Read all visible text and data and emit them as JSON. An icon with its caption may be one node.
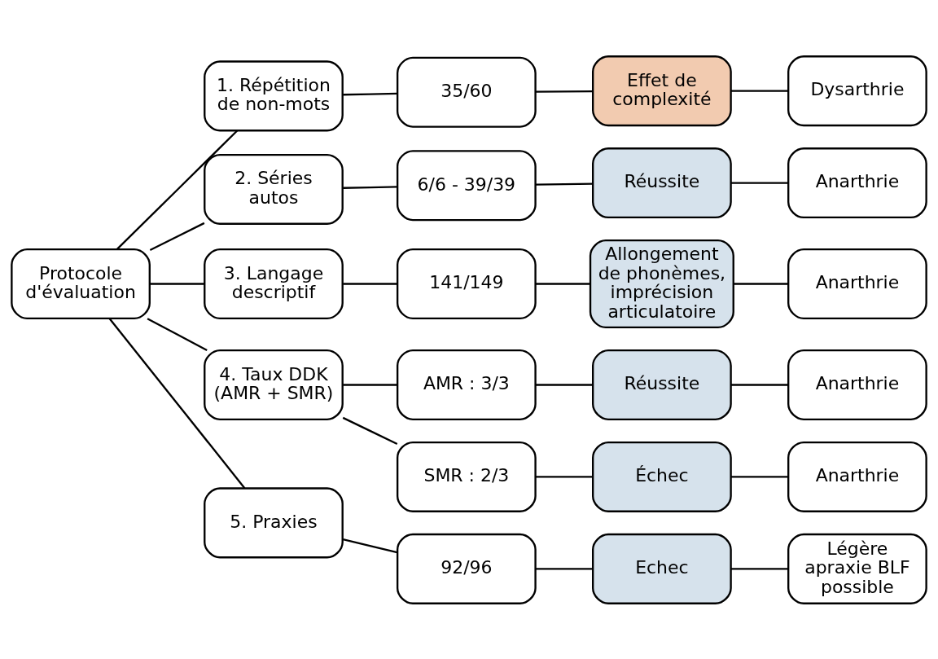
{
  "diagram": {
    "nodes": [
      {
        "text": [
          "Protocole d'évaluation"
        ]
      },
      {
        "text": [
          "1. Répétition de non-mots"
        ]
      },
      {
        "text": [
          "35/60"
        ]
      },
      {
        "text": [
          "Effet de complexité"
        ]
      },
      {
        "text": [
          "Dysarthrie"
        ]
      },
      {
        "text": [
          "2. Séries autos"
        ]
      },
      {
        "text": [
          "6/6 - 39/39"
        ]
      },
      {
        "text": [
          "Réussite"
        ]
      },
      {
        "text": [
          "Anarthrie"
        ]
      },
      {
        "text": [
          "3. Langage descriptif"
        ]
      },
      {
        "text": [
          "141/149"
        ]
      },
      {
        "text": [
          "Allongement de phonèmes, imprécision articulatoire"
        ]
      },
      {
        "text": [
          "Anarthrie"
        ]
      },
      {
        "text": [
          "4. Taux DDK (AMR + SMR)"
        ]
      },
      {
        "text": [
          "AMR : 3/3"
        ]
      },
      {
        "text": [
          "Réussite"
        ]
      },
      {
        "text": [
          "Anarthrie"
        ]
      },
      {
        "text": [
          "SMR : 2/3"
        ]
      },
      {
        "text": [
          "Échec"
        ]
      },
      {
        "text": [
          "Anarthrie"
        ]
      },
      {
        "text": [
          "5. Praxies"
        ]
      },
      {
        "text": [
          "92/96"
        ]
      },
      {
        "text": [
          "Echec"
        ]
      },
      {
        "text": [
          "Légère apraxie BLF possible"
        ]
      }
    ],
    "edges": [
      {
        "from": 0,
        "to": 1,
        "arrow": "none"
      },
      {
        "from": 0,
        "to": 5,
        "arrow": "none"
      },
      {
        "from": 0,
        "to": 9,
        "arrow": "none"
      },
      {
        "from": 0,
        "to": 13,
        "arrow": "none"
      },
      {
        "from": 0,
        "to": 20,
        "arrow": "none"
      },
      {
        "from": 1,
        "to": 2,
        "arrow": "none"
      },
      {
        "from": 2,
        "to": 3,
        "arrow": "none"
      },
      {
        "from": 3,
        "to": 4,
        "arrow": "none"
      },
      {
        "from": 5,
        "to": 6,
        "arrow": "none"
      },
      {
        "from": 6,
        "to": 7,
        "arrow": "none"
      },
      {
        "from": 7,
        "to": 8,
        "arrow": "none"
      },
      {
        "from": 9,
        "to": 10,
        "arrow": "none"
      },
      {
        "from": 10,
        "to": 11,
        "arrow": "none"
      },
      {
        "from": 11,
        "to": 12,
        "arrow": "none"
      },
      {
        "from": 13,
        "to": 14,
        "arrow": "none"
      },
      {
        "from": 13,
        "to": 17,
        "arrow": "none"
      },
      {
        "from": 14,
        "to": 15,
        "arrow": "none"
      },
      {
        "from": 15,
        "to": 16,
        "arrow": "none"
      },
      {
        "from": 17,
        "to": 18,
        "arrow": "none"
      },
      {
        "from": 18,
        "to": 19,
        "arrow": "none"
      },
      {
        "from": 20,
        "to": 21,
        "arrow": "none"
      },
      {
        "from": 21,
        "to": 22,
        "arrow": "none"
      },
      {
        "from": 22,
        "to": 23,
        "arrow": "none"
      }
    ]
  }
}
